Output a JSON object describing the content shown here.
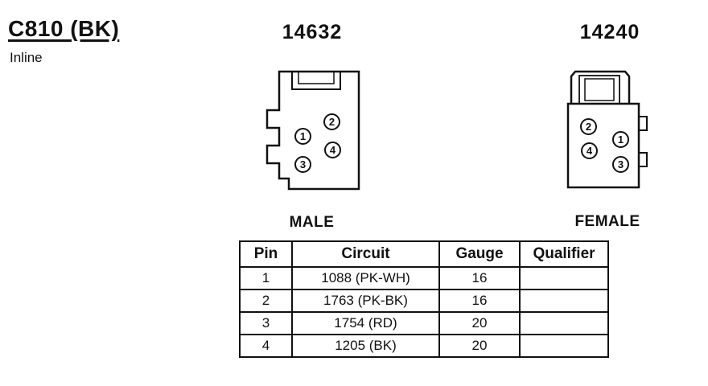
{
  "page": {
    "connector_id": "C810 (BK)",
    "mounting": "Inline"
  },
  "male": {
    "part_number": "14632",
    "gender_label": "MALE",
    "pins": [
      "1",
      "2",
      "3",
      "4"
    ]
  },
  "female": {
    "part_number": "14240",
    "gender_label": "FEMALE",
    "pins": [
      "1",
      "2",
      "3",
      "4"
    ]
  },
  "pin_table": {
    "headers": {
      "pin": "Pin",
      "circuit": "Circuit",
      "gauge": "Gauge",
      "qualifier": "Qualifier"
    },
    "rows": [
      {
        "pin": "1",
        "circuit": "1088 (PK-WH)",
        "gauge": "16",
        "qualifier": ""
      },
      {
        "pin": "2",
        "circuit": "1763 (PK-BK)",
        "gauge": "16",
        "qualifier": ""
      },
      {
        "pin": "3",
        "circuit": "1754 (RD)",
        "gauge": "20",
        "qualifier": ""
      },
      {
        "pin": "4",
        "circuit": "1205 (BK)",
        "gauge": "20",
        "qualifier": ""
      }
    ]
  },
  "colors": {
    "ink": "#111111",
    "paper": "#ffffff"
  }
}
